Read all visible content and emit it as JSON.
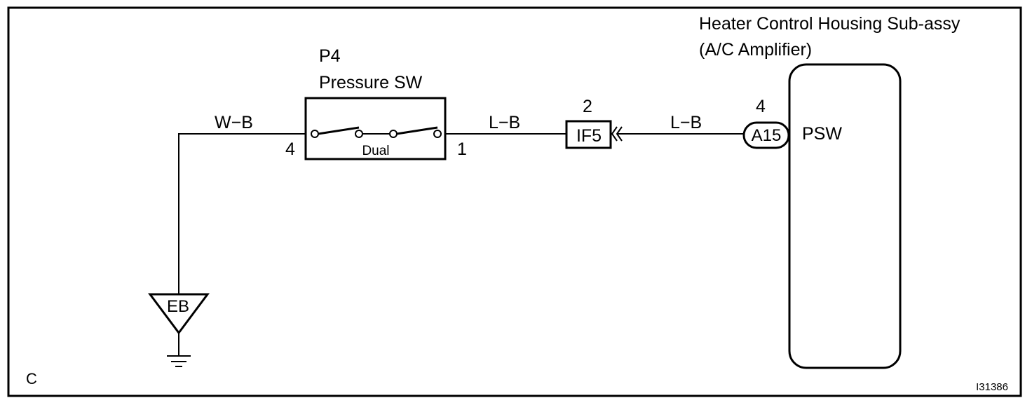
{
  "component_ecu": {
    "title_line1": "Heater Control Housing Sub-assy",
    "title_line2": "(A/C Amplifier)",
    "terminal_label": "PSW",
    "pin_number": "4",
    "connector_code": "A15"
  },
  "component_switch": {
    "code": "P4",
    "name": "Pressure SW",
    "type_label": "Dual",
    "pin_left": "4",
    "pin_right": "1"
  },
  "junction": {
    "code": "IF5",
    "pin_number": "2"
  },
  "wires": {
    "ground_wire": "W−B",
    "switch_to_junction": "L−B",
    "junction_to_ecu": "L−B"
  },
  "ground": {
    "code": "EB"
  },
  "footer": {
    "corner_letter": "C",
    "figure_id": "I31386"
  }
}
